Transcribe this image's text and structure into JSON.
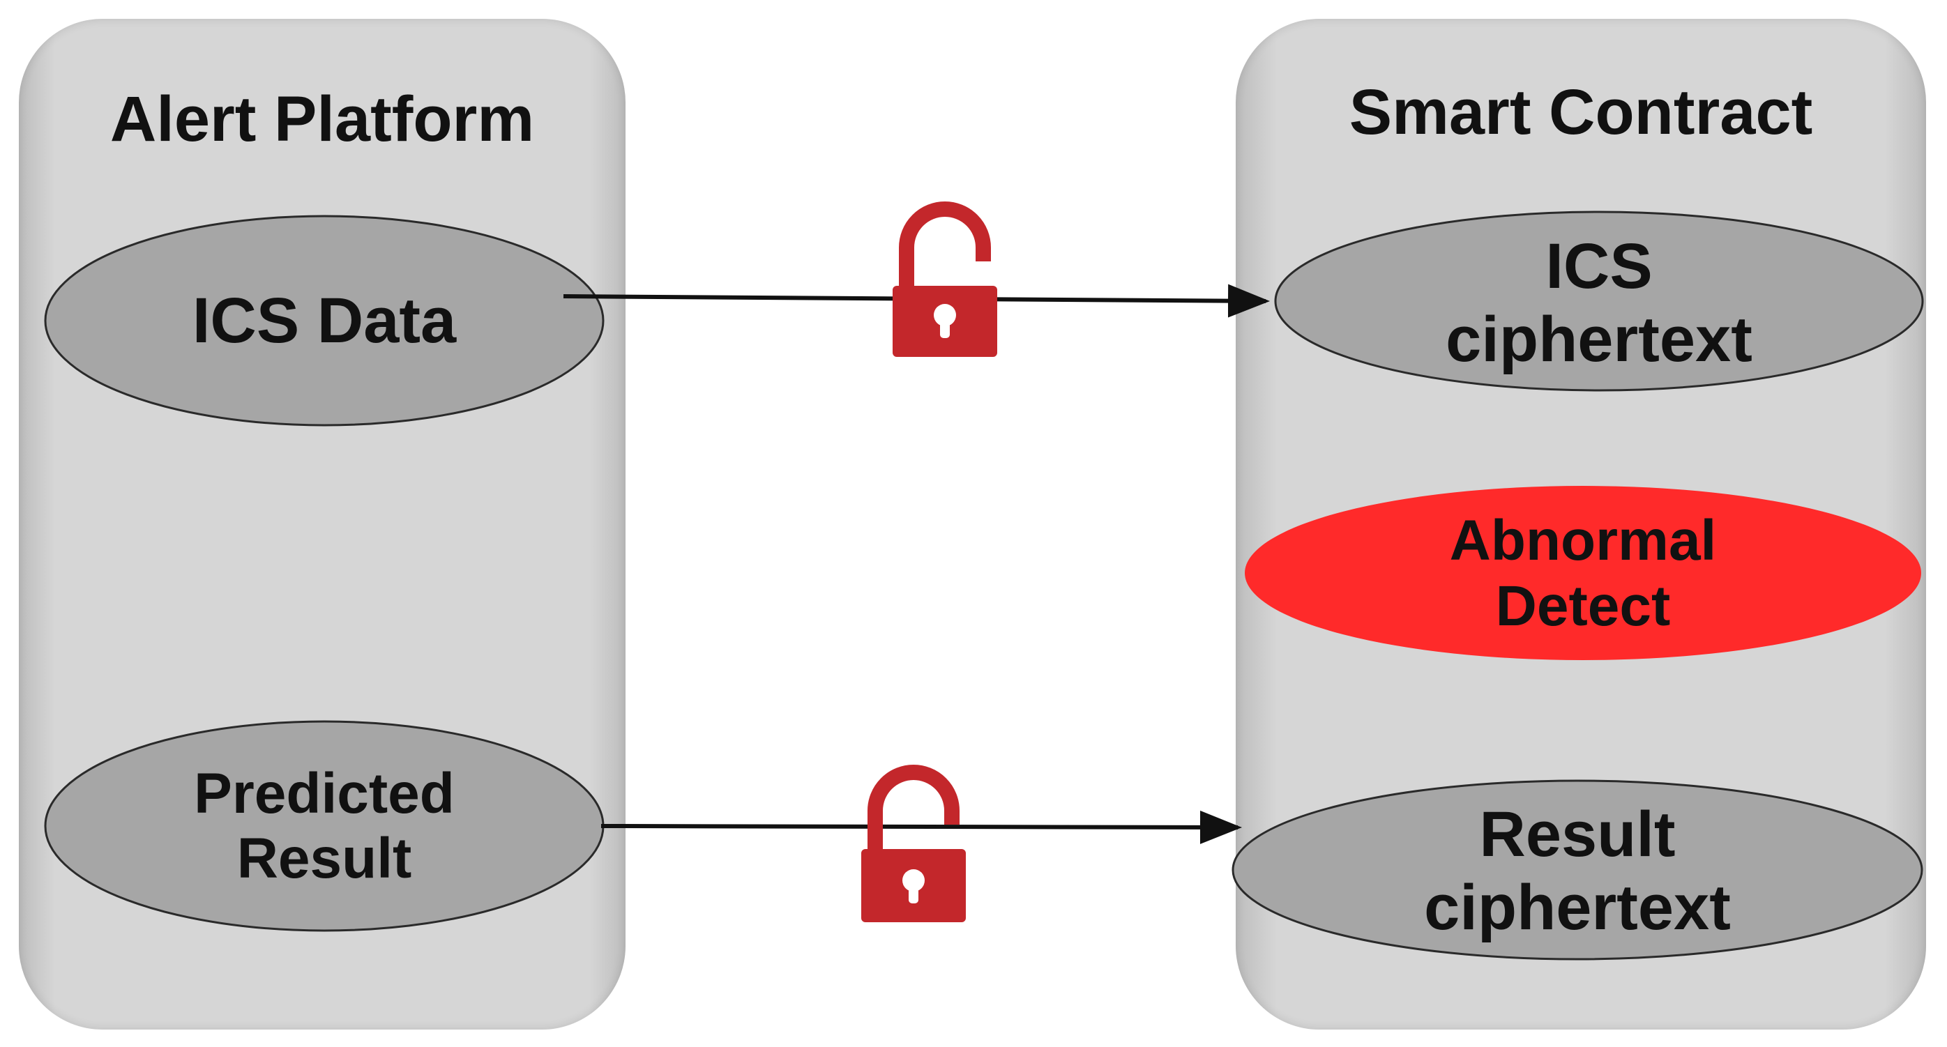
{
  "left_panel": {
    "title": "Alert Platform",
    "nodes": {
      "ics_data": {
        "label": "ICS Data"
      },
      "predicted_result": {
        "line1": "Predicted",
        "line2": "Result"
      }
    }
  },
  "right_panel": {
    "title": "Smart Contract",
    "nodes": {
      "ics_ciphertext": {
        "line1": "ICS",
        "line2": "ciphertext"
      },
      "abnormal_detect": {
        "line1": "Abnormal",
        "line2": "Detect"
      },
      "result_ciphertext": {
        "line1": "Result",
        "line2": "ciphertext"
      }
    }
  },
  "icons": [
    "open-padlock-icon",
    "open-padlock-icon"
  ],
  "colors": {
    "panel": "#d6d6d6",
    "ellipse": "#a6a6a6",
    "alert_ellipse": "#ff2a2a",
    "padlock": "#c3272b"
  }
}
